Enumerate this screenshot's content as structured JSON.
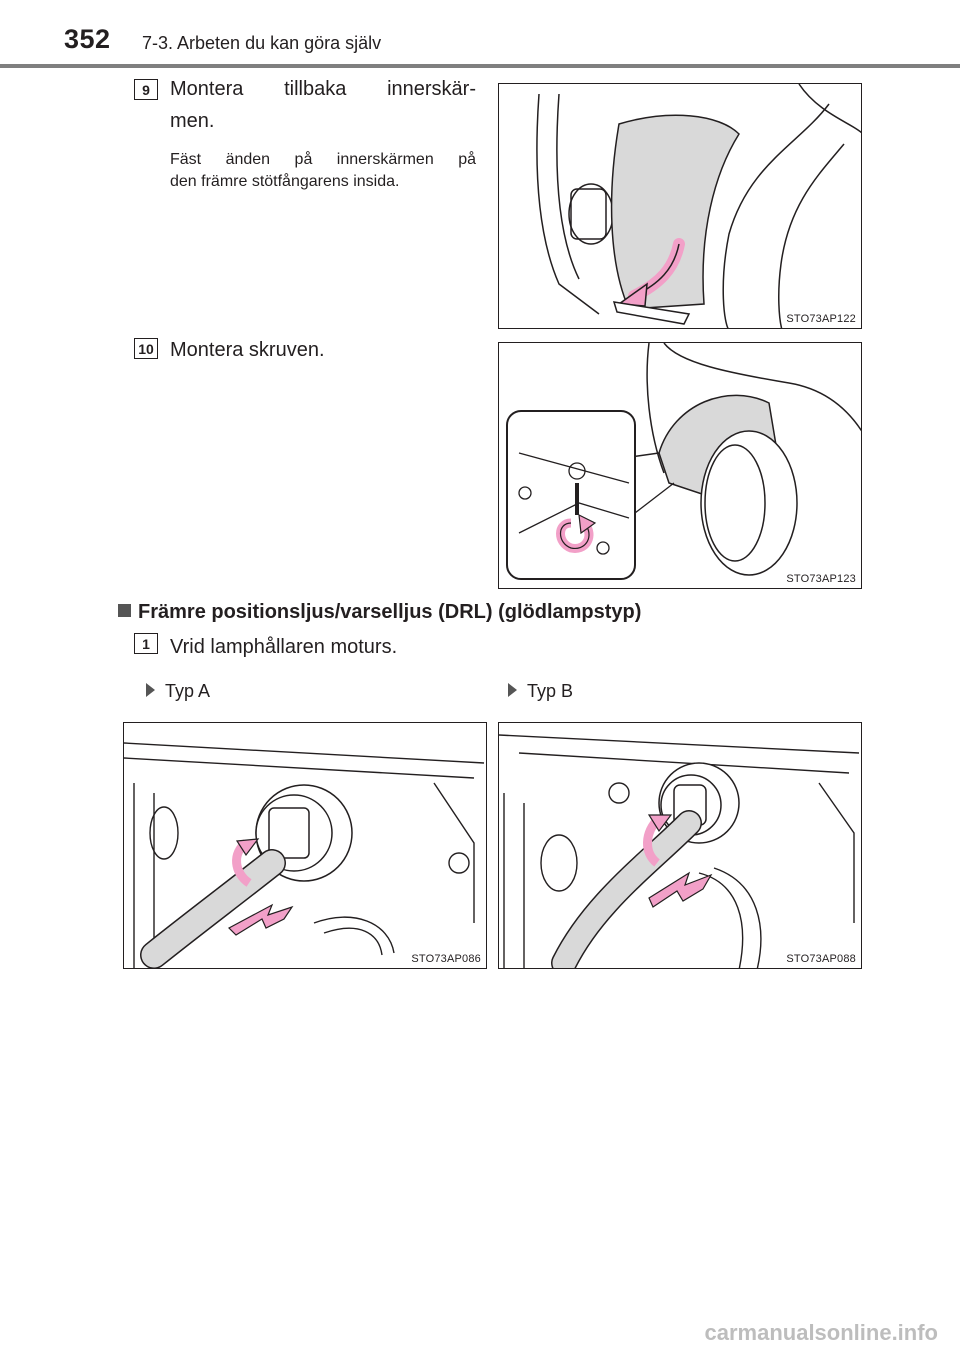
{
  "header": {
    "page_number": "352",
    "section_title": "7-3. Arbeten du kan göra själv"
  },
  "steps": {
    "step9": {
      "number": "9",
      "title": "Montera tillbaka innerskär-men.",
      "title_line1": "Montera tillbaka innerskär-",
      "title_line2": "men.",
      "detail": "Fäst änden på innerskärmen på den främre stötfångarens insida.",
      "detail_line1": "Fäst änden på innerskärmen på",
      "detail_line2": "den främre stötfångarens insida.",
      "figure_code": "STO73AP122"
    },
    "step10": {
      "number": "10",
      "title": "Montera skruven.",
      "figure_code": "STO73AP123"
    }
  },
  "drl_section": {
    "heading": "Främre positionsljus/varselljus (DRL) (glödlampstyp)",
    "step1": {
      "number": "1",
      "title": "Vrid lamphållaren moturs."
    },
    "type_a": {
      "label": "Typ A",
      "figure_code": "STO73AP086"
    },
    "type_b": {
      "label": "Typ B",
      "figure_code": "STO73AP088"
    }
  },
  "footer": {
    "watermark": "carmanualsonline.info"
  },
  "colors": {
    "arrow_pink": "#f2a0c8",
    "line": "#231f20",
    "shade": "#d9d9d9"
  }
}
